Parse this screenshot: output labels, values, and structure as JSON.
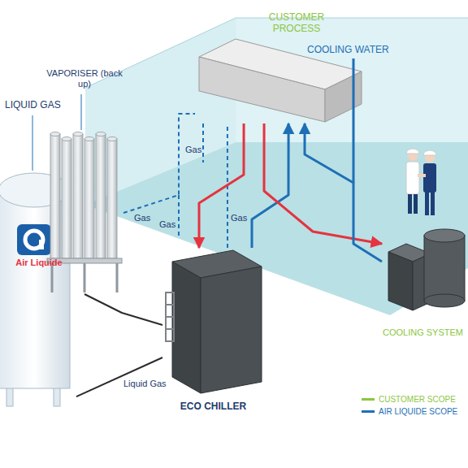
{
  "diagram": {
    "nodes": [
      {
        "text": [
          "LIQUID GAS",
          "Air Liquide"
        ]
      },
      {
        "text": [
          "VAPORISER (back up)"
        ]
      },
      {
        "text": [
          "CUSTOMER PROCESS"
        ]
      },
      {
        "text": [
          "ECO CHILLER"
        ]
      },
      {
        "text": [
          "COOLING SYSTEM"
        ]
      }
    ],
    "edges": [
      {
        "from": 0,
        "to": 3,
        "label": "Liquid Gas",
        "arrow": "none"
      },
      {
        "from": 1,
        "to": 3,
        "arrow": "none"
      },
      {
        "from": 1,
        "to": 2,
        "label": "Gas",
        "arrow": "none"
      },
      {
        "from": 3,
        "to": 2,
        "label": "Gas",
        "arrow": "none"
      },
      {
        "from": 2,
        "to": 3,
        "arrow": "to"
      },
      {
        "from": 3,
        "to": 2,
        "arrow": "to"
      },
      {
        "from": 2,
        "to": 4,
        "arrow": "to"
      },
      {
        "from": 4,
        "to": 2,
        "arrow": "to"
      }
    ],
    "labels": [
      "Gas",
      "Gas",
      "COOLING WATER"
    ],
    "legend": [
      {
        "text": "CUSTOMER SCOPE",
        "color": "#8cc63f"
      },
      {
        "text": "AIR LIQUIDE SCOPE",
        "color": "#1e6fb5"
      }
    ]
  }
}
